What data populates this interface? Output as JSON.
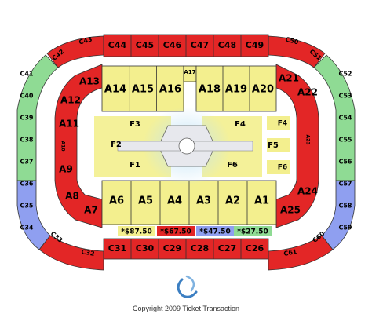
{
  "colors": {
    "red": "#e32626",
    "yellow": "#f3ef8e",
    "blue": "#8f9ff0",
    "green": "#8fdb94",
    "stage": "#e7e8ed",
    "outline": "#3a3a3a"
  },
  "sections": {
    "top_row": [
      "C44",
      "C45",
      "C46",
      "C47",
      "C48",
      "C49"
    ],
    "upper_corner_left": [
      "C43",
      "C42"
    ],
    "upper_corner_right": [
      "C50",
      "C51"
    ],
    "left_ring": [
      "C41",
      "C40",
      "C39",
      "C38",
      "C37",
      "C36",
      "C35",
      "C34"
    ],
    "right_ring": [
      "C52",
      "C53",
      "C54",
      "C55",
      "C56",
      "C57",
      "C58",
      "C59"
    ],
    "lower_corner_left": [
      "C33",
      "C32"
    ],
    "lower_corner_right": [
      "C60",
      "C61"
    ],
    "bottom_row": [
      "C31",
      "C30",
      "C29",
      "C28",
      "C27",
      "C26"
    ],
    "lower_rear": [
      "A14",
      "A15",
      "A16"
    ],
    "lower_rear_right": [
      "A18",
      "A19",
      "A20"
    ],
    "lower_rear_gap": "A17",
    "lower_left": [
      "A13",
      "A12",
      "A11",
      "A10",
      "A9",
      "A8",
      "A7"
    ],
    "lower_right": [
      "A21",
      "A22",
      "A23",
      "A24",
      "A25"
    ],
    "lower_front": [
      "A6",
      "A5",
      "A4",
      "A3",
      "A2",
      "A1"
    ],
    "floor": [
      "F1",
      "F2",
      "F3",
      "F4",
      "F5",
      "F6"
    ]
  },
  "prices": [
    {
      "label": "*$87.50",
      "color": "#f3ef8e"
    },
    {
      "label": "*$67.50",
      "color": "#e32626"
    },
    {
      "label": "*$47.50",
      "color": "#8f9ff0"
    },
    {
      "label": "*$27.50",
      "color": "#8fdb94"
    }
  ],
  "copyright": "Copyright 2009 Ticket Transaction"
}
